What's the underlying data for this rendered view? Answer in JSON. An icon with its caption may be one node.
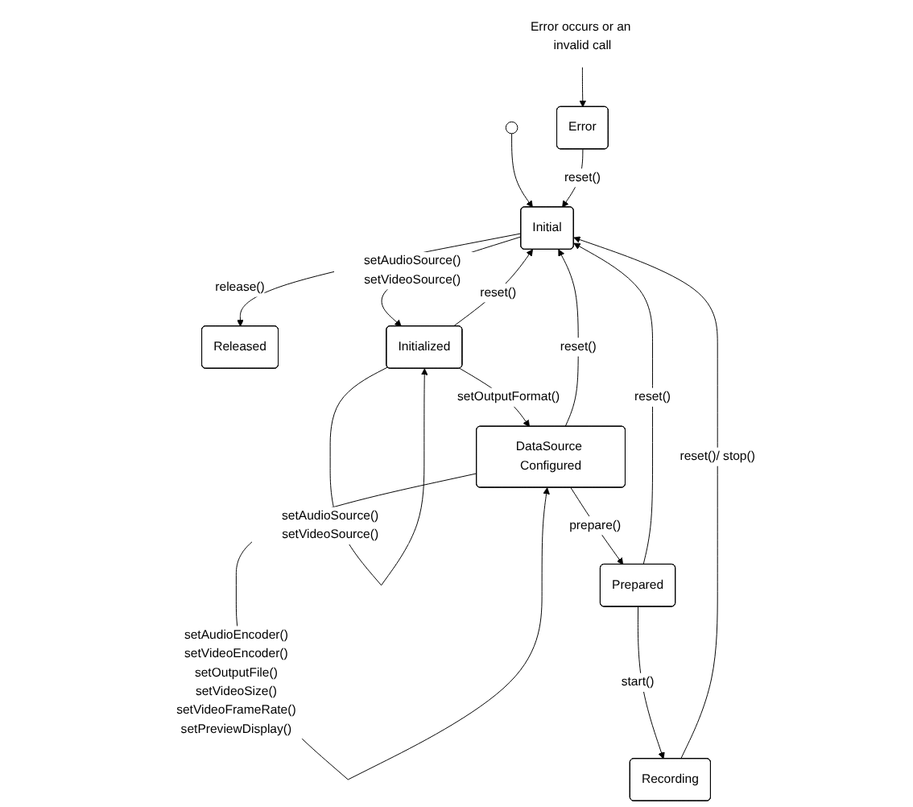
{
  "diagram": {
    "nodes": [
      {
        "text": [],
        "shape": "circle"
      },
      {
        "text": [
          "Error occurs or an invalid call"
        ]
      },
      {
        "text": [
          "Error"
        ]
      },
      {
        "text": [
          "Initial"
        ]
      },
      {
        "text": [
          "Released"
        ]
      },
      {
        "text": [
          "Initialized"
        ]
      },
      {
        "text": [
          "Recording"
        ]
      },
      {
        "text": [
          "DataSource Configured"
        ]
      },
      {
        "text": [
          "Prepared"
        ]
      }
    ],
    "edges": [
      {
        "from": 0,
        "to": 3,
        "arrow": "to"
      },
      {
        "from": 1,
        "to": 2,
        "arrow": "to"
      },
      {
        "from": 2,
        "to": 3,
        "arrow": "to",
        "label": "reset()"
      },
      {
        "from": 3,
        "to": 4,
        "arrow": "to",
        "label": "release()"
      },
      {
        "from": 3,
        "to": 5,
        "arrow": "to",
        "label": "setAudioSource() setVideoSource()"
      },
      {
        "from": 5,
        "to": 3,
        "arrow": "to",
        "label": "reset()"
      },
      {
        "from": 5,
        "to": 5,
        "arrow": "to",
        "label": "setAudioSource() setVideoSource()"
      },
      {
        "from": 6,
        "to": 3,
        "arrow": "to",
        "label": "reset()/ stop()"
      },
      {
        "from": 8,
        "to": 3,
        "arrow": "to",
        "label": "reset()"
      },
      {
        "from": 7,
        "to": 3,
        "arrow": "to",
        "label": "reset()"
      },
      {
        "from": 5,
        "to": 7,
        "arrow": "to",
        "label": "setOutputFormat()"
      },
      {
        "from": 7,
        "to": 7,
        "arrow": "to",
        "label": "setAudioEncoder() setVideoEncoder() setOutputFile() setVideoSize() setVideoFrameRate() setPreviewDisplay()"
      },
      {
        "from": 7,
        "to": 8,
        "arrow": "to",
        "label": "prepare()"
      },
      {
        "from": 8,
        "to": 6,
        "arrow": "to",
        "label": "start()"
      }
    ]
  }
}
